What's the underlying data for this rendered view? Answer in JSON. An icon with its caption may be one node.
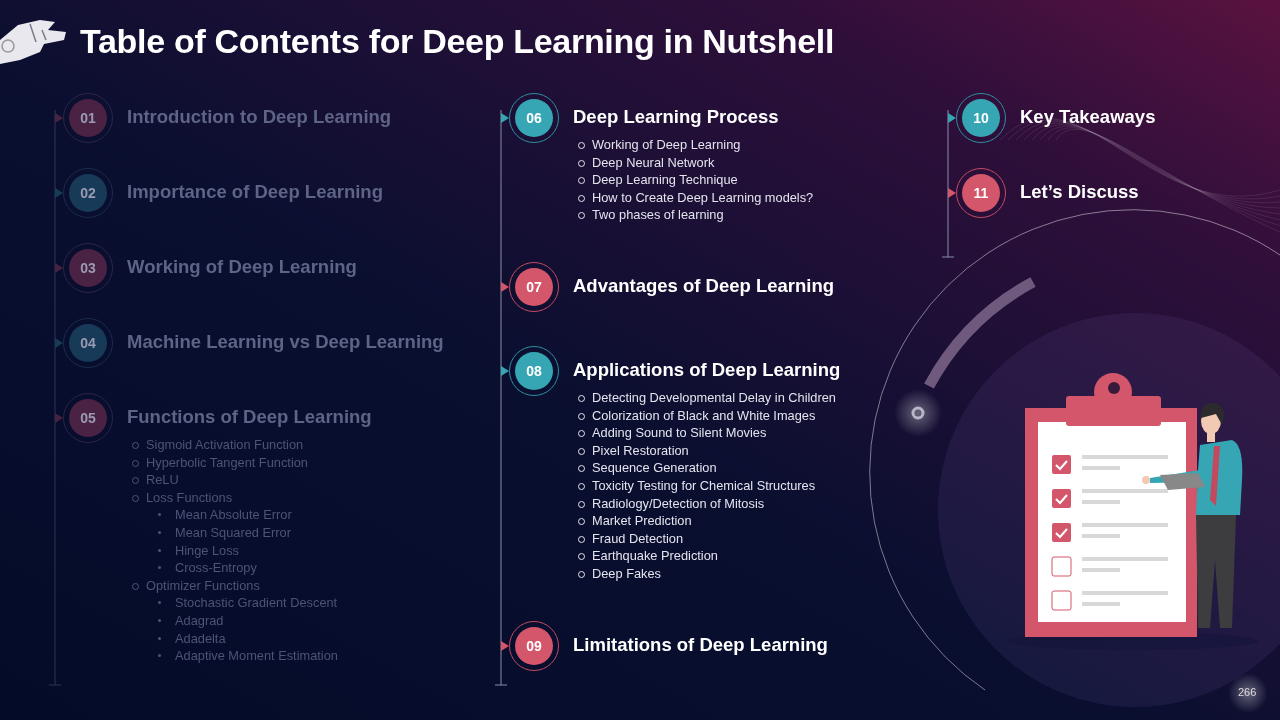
{
  "diagram": {
    "title": "Table of Contents for Deep Learning in Nutshell",
    "nodes": [
      {
        "text": [
          "01",
          "Introduction to Deep Learning"
        ]
      },
      {
        "text": [
          "02",
          "Importance of Deep Learning"
        ]
      },
      {
        "text": [
          "03",
          "Working of Deep Learning"
        ]
      },
      {
        "text": [
          "04",
          "Machine Learning vs Deep Learning"
        ]
      },
      {
        "text": [
          "05",
          "Functions of Deep Learning",
          "Sigmoid Activation Function",
          "Hyperbolic Tangent Function",
          "ReLU",
          "Loss Functions",
          "Mean Absolute Error",
          "Mean Squared Error",
          "Hinge Loss",
          "Cross-Entropy",
          "Optimizer Functions",
          "Stochastic Gradient Descent",
          "Adagrad",
          "Adadelta",
          "Adaptive Moment Estimation"
        ]
      },
      {
        "text": [
          "06",
          "Deep Learning Process",
          "Working of Deep Learning",
          "Deep Neural Network",
          "Deep Learning Technique",
          "How to Create Deep Learning models?",
          "Two phases of learning"
        ]
      },
      {
        "text": [
          "07",
          "Advantages of Deep Learning"
        ]
      },
      {
        "text": [
          "08",
          "Applications of Deep Learning",
          "Detecting Developmental Delay in Children",
          "Colorization of Black and White Images",
          "Adding Sound to Silent Movies",
          "Pixel Restoration",
          "Sequence Generation",
          "Toxicity Testing for Chemical Structures",
          "Radiology/Detection of Mitosis",
          "Market Prediction",
          "Fraud Detection",
          "Earthquake Prediction",
          "Deep Fakes"
        ]
      },
      {
        "text": [
          "09",
          "Limitations of Deep Learning"
        ]
      },
      {
        "text": [
          "10",
          "Key Takeaways"
        ]
      },
      {
        "text": [
          "11",
          "Let’s Discuss"
        ]
      }
    ],
    "labels": [
      "266"
    ]
  }
}
